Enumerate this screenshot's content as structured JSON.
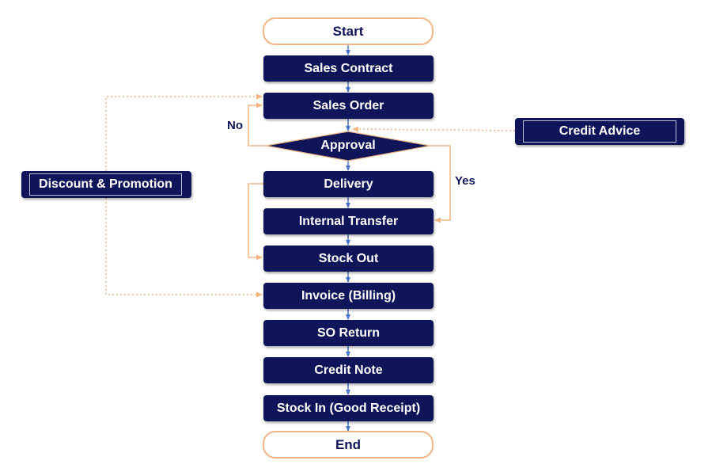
{
  "colors": {
    "node_fill": "#0f1558",
    "node_text": "#ffffff",
    "terminal_border": "#f3b682",
    "terminal_text": "#0f1558",
    "main_arrow": "#4a74c9",
    "branch_line": "#f3b682"
  },
  "nodes": {
    "start": "Start",
    "sales_contract": "Sales Contract",
    "sales_order": "Sales Order",
    "approval": "Approval",
    "delivery": "Delivery",
    "internal_transfer": "Internal Transfer",
    "stock_out": "Stock Out",
    "invoice": "Invoice (Billing)",
    "so_return": "SO Return",
    "credit_note": "Credit Note",
    "stock_in": "Stock In (Good Receipt)",
    "end": "End",
    "credit_advice": "Credit Advice",
    "discount_promotion": "Discount & Promotion"
  },
  "edge_labels": {
    "no": "No",
    "yes": "Yes"
  }
}
